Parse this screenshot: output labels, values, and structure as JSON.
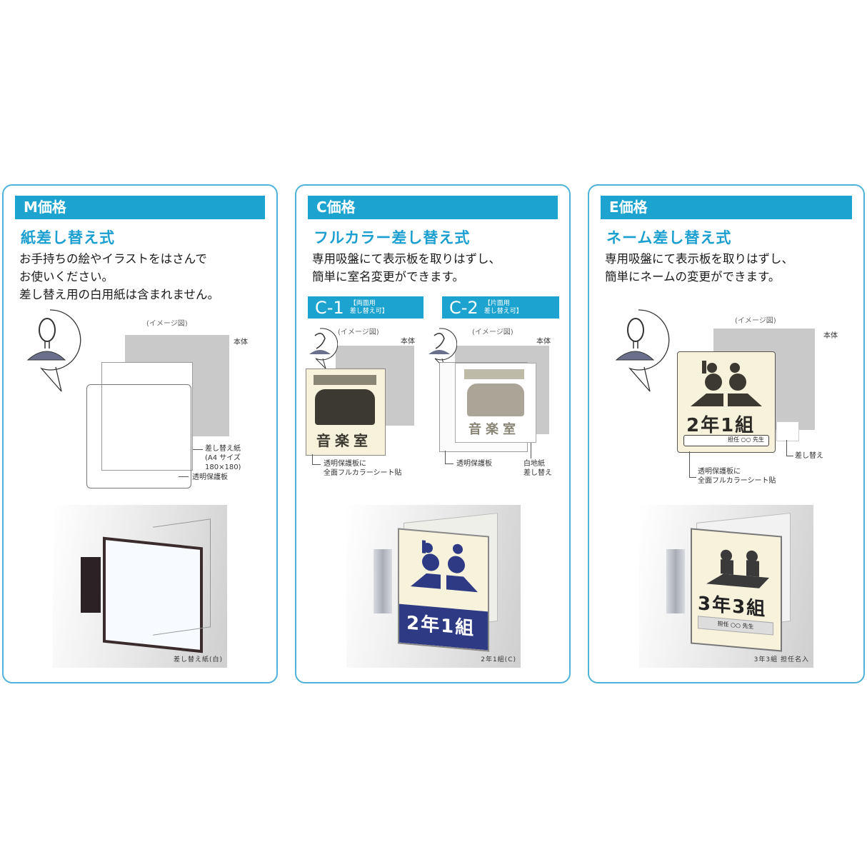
{
  "colors": {
    "header_bar": "#1ca3cf",
    "subtitle": "#1b9fd0",
    "panel_border": "#4fb3d9",
    "sign_navy": "#2e3a84",
    "sign_cream": "#f6f2dc"
  },
  "panels": [
    {
      "header": "M価格",
      "subtitle": "紙差し替え式",
      "description": "お手持ちの絵やイラストをはさんで\nお使いください。\n差し替え用の白用紙は含まれません。",
      "diagram": {
        "caption": "(イメージ図)",
        "body_label": "本体",
        "insert_label": "差し替え紙\n(A4 サイズ 180×180)",
        "cover_label": "透明保護板"
      },
      "photo": {
        "caption": "差し替え紙(白)",
        "icon": "wall-sign-blank"
      }
    },
    {
      "header": "C価格",
      "subtitle": "フルカラー差し替え式",
      "description": "専用吸盤にて表示板を取りはずし、\n簡単に室名変更ができます。",
      "variants": [
        {
          "code": "C-1",
          "note": "【両面用\n 差し替え可】",
          "caption": "(イメージ図)",
          "body_label": "本体",
          "bottom_label": "透明保護板に\n全面フルカラーシート貼",
          "sign_text": "音楽室"
        },
        {
          "code": "C-2",
          "note": "【片面用\n 差し替え可】",
          "caption": "(イメージ図)",
          "body_label": "本体",
          "bottom_label": "透明保護板",
          "side_label": "白地紙\n差し替え"
        }
      ],
      "photo": {
        "caption": "2年1組(C)",
        "sign_text": "2年1組",
        "icon": "wall-sign-classroom"
      }
    },
    {
      "header": "E価格",
      "subtitle": "ネーム差し替え式",
      "description": "専用吸盤にて表示板を取りはずし、\n簡単にネームの変更ができます。",
      "diagram": {
        "caption": "(イメージ図)",
        "body_label": "本体",
        "sign_text": "2年1組",
        "name_bar_text": "担任 ○○ 先生",
        "insert_label": "差し替え",
        "bottom_label": "透明保護板に\n全面フルカラーシート貼"
      },
      "photo": {
        "caption": "3年3組 担任名入",
        "sign_text": "3年3組",
        "name_bar_text": "担任 ○○ 先生",
        "icon": "wall-sign-classroom"
      }
    }
  ]
}
